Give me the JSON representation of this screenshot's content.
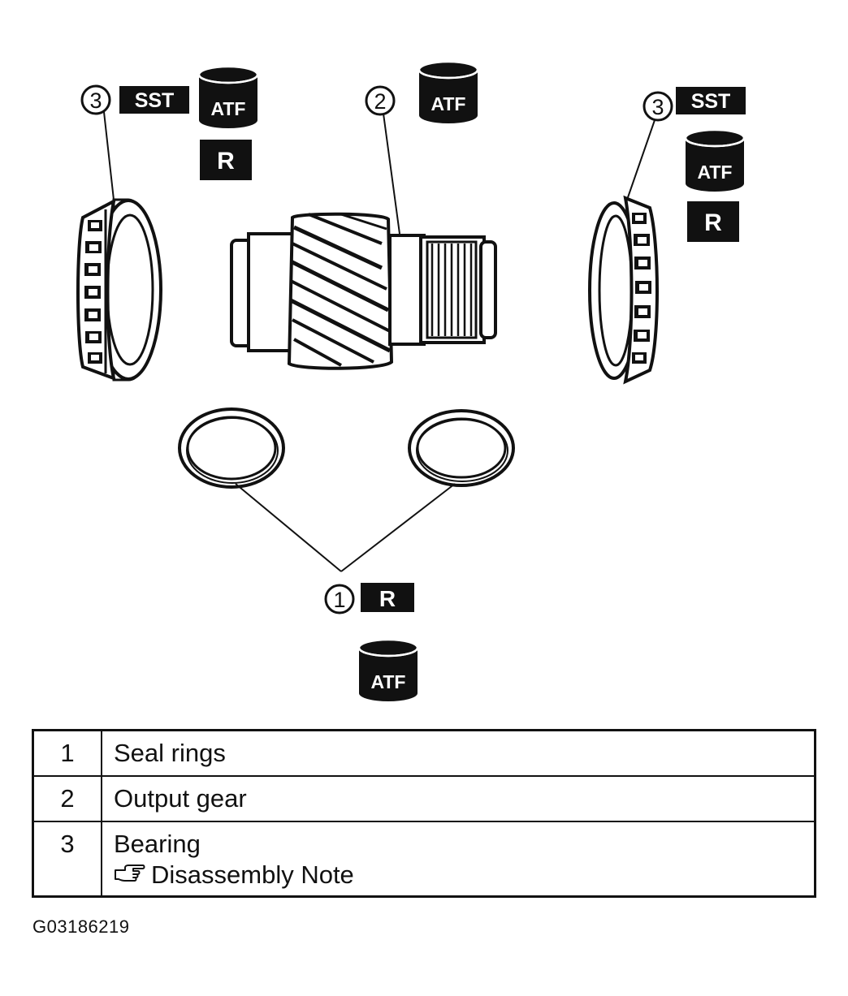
{
  "callouts": {
    "seal_rings_number": "1",
    "output_gear_number": "2",
    "bearing_left_number": "3",
    "bearing_right_number": "3"
  },
  "tags": {
    "sst": "SST",
    "atf": "ATF",
    "replace": "R"
  },
  "icons": [
    "atf-container-icon",
    "hand-pointer-icon"
  ],
  "colors": {
    "ink": "#111111",
    "paper": "#ffffff"
  },
  "parts_table": {
    "rows": [
      {
        "number": "1",
        "name": "Seal rings",
        "note": ""
      },
      {
        "number": "2",
        "name": "Output gear",
        "note": ""
      },
      {
        "number": "3",
        "name": "Bearing",
        "note": "Disassembly Note"
      }
    ]
  },
  "figure_code": "G03186219"
}
